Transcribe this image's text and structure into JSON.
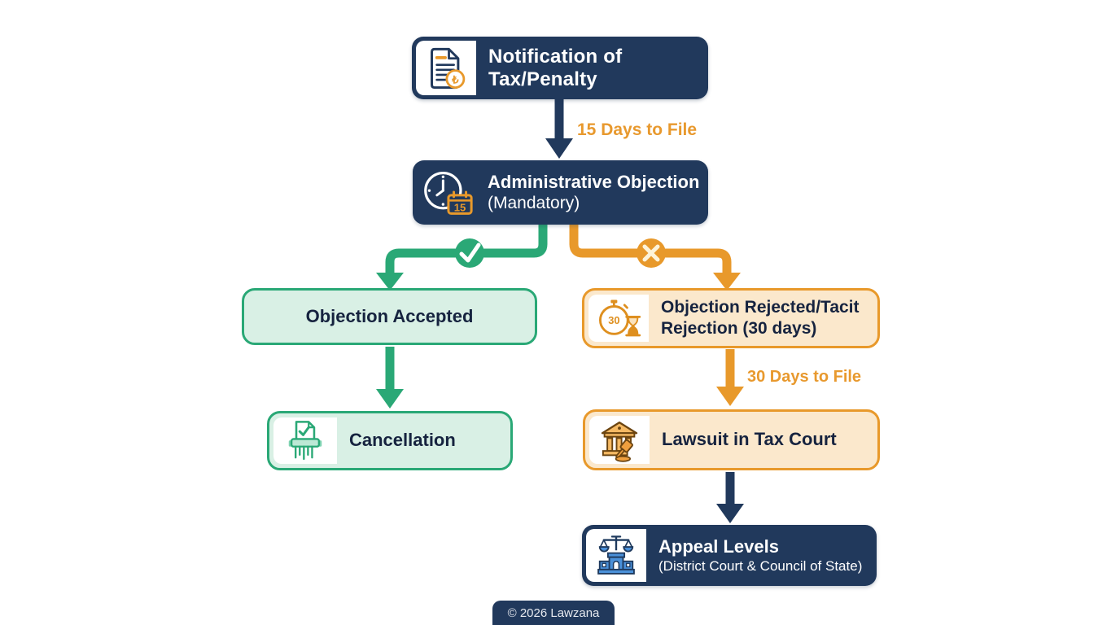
{
  "colors": {
    "navy": "#21395c",
    "orange": "#e8992b",
    "orange_fill": "#fbe8cc",
    "green": "#2aa876",
    "green_fill": "#d9f0e5",
    "dark_text": "#16233f",
    "label_orange": "#e8992e"
  },
  "flowchart": {
    "nodes": {
      "notification": {
        "title": "Notification of Tax/Penalty",
        "icon": "document-lira-icon"
      },
      "objection": {
        "title": "Administrative Objection",
        "subtitle": "(Mandatory)",
        "icon": "clock-deadline-icon"
      },
      "accepted": {
        "title": "Objection Accepted"
      },
      "rejected": {
        "title": "Objection Rejected/Tacit Rejection (30 days)",
        "title_line1": "Objection Rejected/Tacit",
        "title_line2": "Rejection (30 days)",
        "icon": "stopwatch-hourglass-icon"
      },
      "cancellation": {
        "title": "Cancellation",
        "icon": "shredder-check-icon"
      },
      "lawsuit": {
        "title": "Lawsuit in Tax Court",
        "icon": "courthouse-gavel-icon"
      },
      "appeal": {
        "title": "Appeal Levels",
        "subtitle": "(District Court & Council of State)",
        "icon": "scales-courthouse-icon"
      }
    },
    "edge_labels": {
      "to_objection": "15 Days to File",
      "to_lawsuit": "30 Days to File"
    },
    "branch_markers": {
      "accepted_branch": "check-circle-icon",
      "rejected_branch": "x-circle-icon"
    },
    "icon_values": {
      "calendar_day": "15",
      "stopwatch_days": "30",
      "currency_symbol": "₺"
    }
  },
  "footer": {
    "text": "© 2026 Lawzana"
  }
}
